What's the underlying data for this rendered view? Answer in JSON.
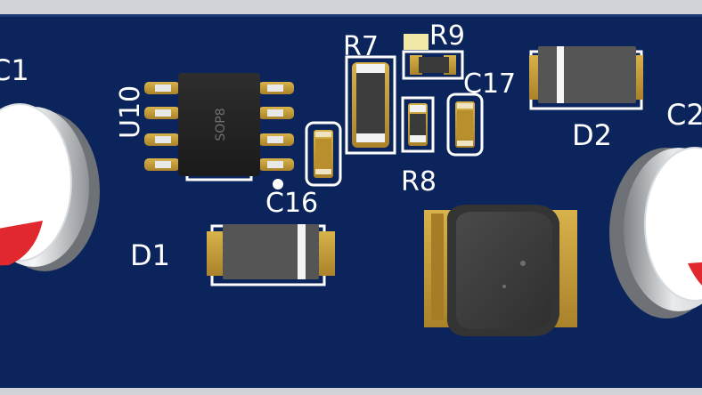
{
  "viewer": {
    "background": "#cfd2d7"
  },
  "board": {
    "substrate_color": "#0c245c",
    "copper_color": "#c9a23e",
    "silkscreen_color": "#ffffff",
    "soldermask_text_color": "#6f6f6f"
  },
  "labels": {
    "c1": "C1",
    "c2": "C2",
    "u10": "U10",
    "u10_package": "SOP8",
    "r7": "R7",
    "r8": "R8",
    "r9": "R9",
    "c16": "C16",
    "c17": "C17",
    "d1": "D1",
    "d2": "D2"
  }
}
